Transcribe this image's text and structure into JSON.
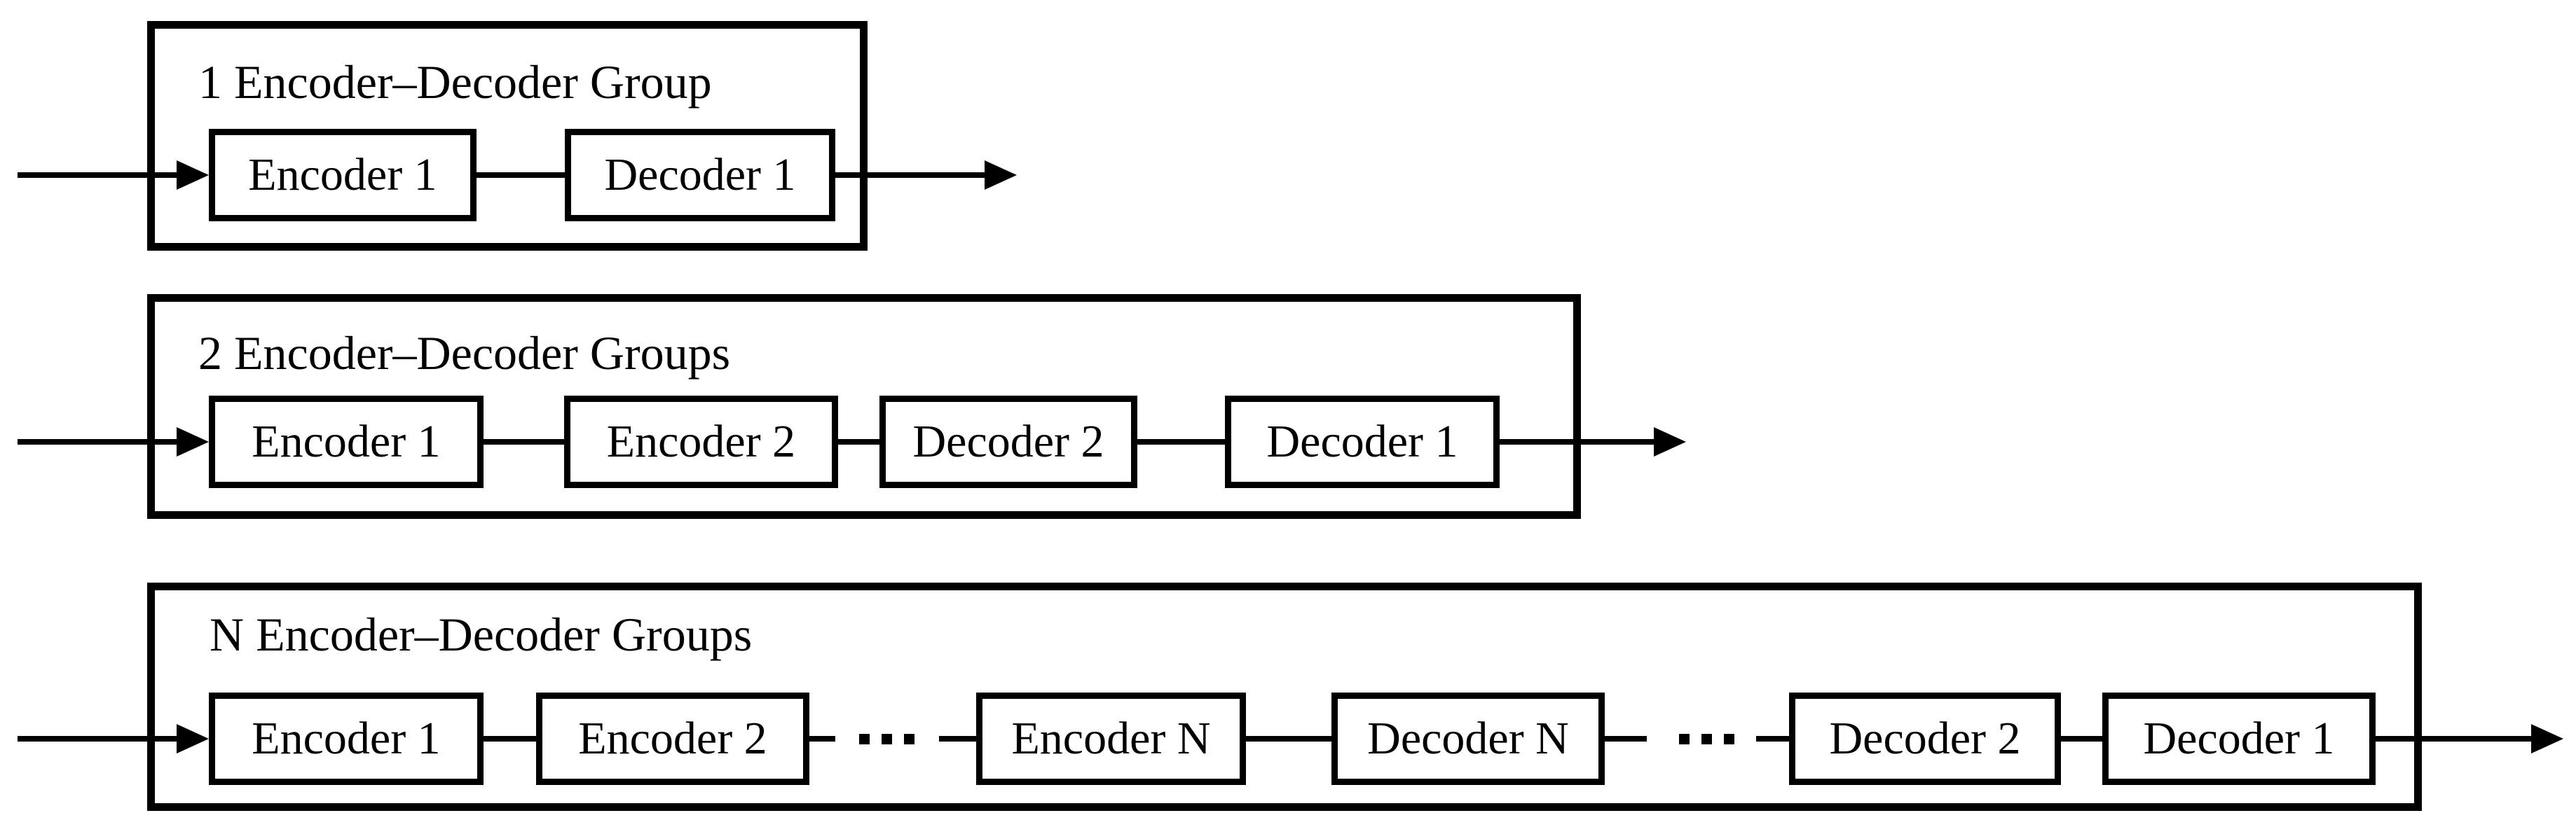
{
  "figure": {
    "background_color": "#ffffff",
    "line_color": "#000000",
    "groups": [
      {
        "title": "1 Encoder–Decoder Group",
        "sequence": [
          {
            "type": "box",
            "label": "Encoder 1"
          },
          {
            "type": "box",
            "label": "Decoder 1"
          }
        ]
      },
      {
        "title": "2 Encoder–Decoder Groups",
        "sequence": [
          {
            "type": "box",
            "label": "Encoder 1"
          },
          {
            "type": "box",
            "label": "Encoder 2"
          },
          {
            "type": "box",
            "label": "Decoder 2"
          },
          {
            "type": "box",
            "label": "Decoder 1"
          }
        ]
      },
      {
        "title": "N Encoder–Decoder Groups",
        "sequence": [
          {
            "type": "box",
            "label": "Encoder 1"
          },
          {
            "type": "box",
            "label": "Encoder 2"
          },
          {
            "type": "ellipsis",
            "glyph": "···"
          },
          {
            "type": "box",
            "label": "Encoder N"
          },
          {
            "type": "box",
            "label": "Decoder N"
          },
          {
            "type": "ellipsis",
            "glyph": "···"
          },
          {
            "type": "box",
            "label": "Decoder 2"
          },
          {
            "type": "box",
            "label": "Decoder 1"
          }
        ]
      }
    ]
  }
}
